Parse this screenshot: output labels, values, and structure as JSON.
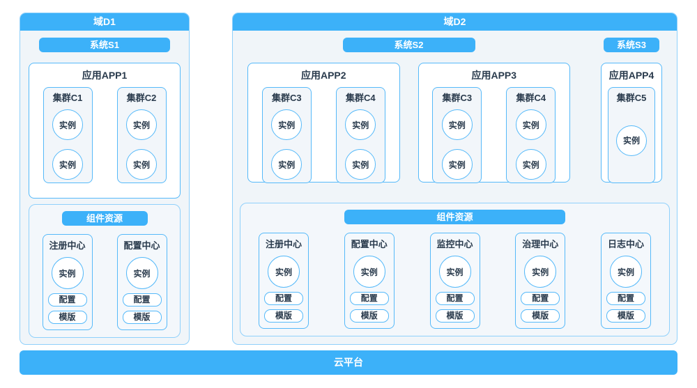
{
  "colors": {
    "accent": "#3cb1f9",
    "border": "#55b9f9",
    "borderlight": "#8fd0fb",
    "panel": "#f0f5f9",
    "boxfill": "#f2f6fa",
    "compfill": "#f3f7fb",
    "compbox": "#f4f8fc",
    "text": "#2a3b4d"
  },
  "domains": [
    {
      "title": "域D1",
      "systems": [
        {
          "label": "系统S1",
          "apps": [
            {
              "title": "应用APP1",
              "clusters": [
                {
                  "title": "集群C1",
                  "instances": [
                    "实例",
                    "实例"
                  ]
                },
                {
                  "title": "集群C2",
                  "instances": [
                    "实例",
                    "实例"
                  ]
                }
              ]
            }
          ]
        }
      ],
      "components": {
        "title": "组件资源",
        "centers": [
          {
            "title": "注册中心",
            "instance": "实例",
            "tags": [
              "配置",
              "模版"
            ]
          },
          {
            "title": "配置中心",
            "instance": "实例",
            "tags": [
              "配置",
              "模版"
            ]
          }
        ]
      }
    },
    {
      "title": "域D2",
      "systems": [
        {
          "label": "系统S2",
          "apps": [
            {
              "title": "应用APP2",
              "clusters": [
                {
                  "title": "集群C3",
                  "instances": [
                    "实例",
                    "实例"
                  ]
                },
                {
                  "title": "集群C4",
                  "instances": [
                    "实例",
                    "实例"
                  ]
                }
              ]
            },
            {
              "title": "应用APP3",
              "clusters": [
                {
                  "title": "集群C3",
                  "instances": [
                    "实例",
                    "实例"
                  ]
                },
                {
                  "title": "集群C4",
                  "instances": [
                    "实例",
                    "实例"
                  ]
                }
              ]
            }
          ]
        },
        {
          "label": "系统S3",
          "apps": [
            {
              "title": "应用APP4",
              "clusters": [
                {
                  "title": "集群C5",
                  "instances": [
                    "实例"
                  ]
                }
              ]
            }
          ]
        }
      ],
      "components": {
        "title": "组件资源",
        "centers": [
          {
            "title": "注册中心",
            "instance": "实例",
            "tags": [
              "配置",
              "模版"
            ]
          },
          {
            "title": "配置中心",
            "instance": "实例",
            "tags": [
              "配置",
              "模版"
            ]
          },
          {
            "title": "监控中心",
            "instance": "实例",
            "tags": [
              "配置",
              "模版"
            ]
          },
          {
            "title": "治理中心",
            "instance": "实例",
            "tags": [
              "配置",
              "模版"
            ]
          },
          {
            "title": "日志中心",
            "instance": "实例",
            "tags": [
              "配置",
              "模版"
            ]
          }
        ]
      }
    }
  ],
  "platform": {
    "label": "云平台"
  }
}
